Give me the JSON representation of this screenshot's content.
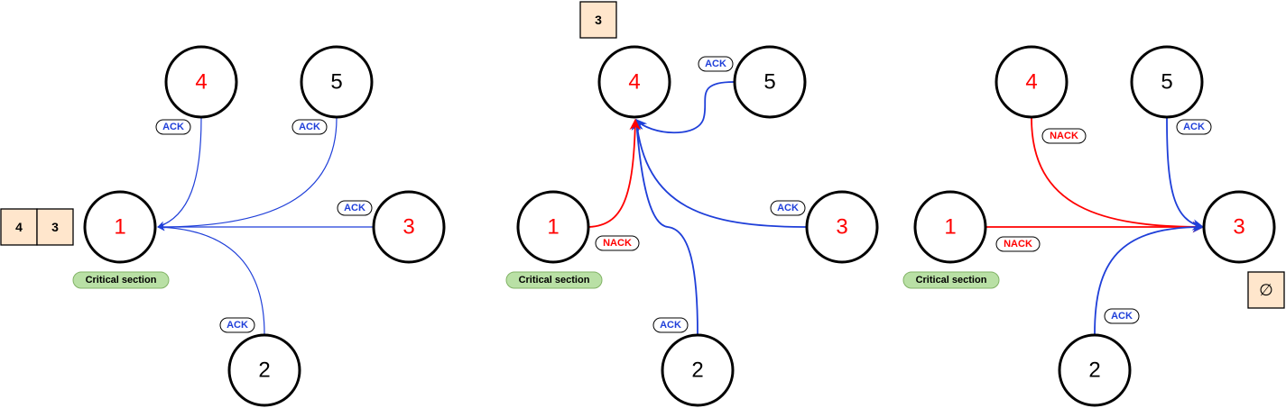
{
  "colors": {
    "red": "#ff0000",
    "blue": "#1f3fd9",
    "black": "#000000",
    "queue_fill": "#ffe6cc",
    "critical_fill": "#b9e0a5"
  },
  "panel1": {
    "nodes": {
      "n1": "1",
      "n2": "2",
      "n3": "3",
      "n4": "4",
      "n5": "5"
    },
    "labels": {
      "l4": "ACK",
      "l5": "ACK",
      "l3": "ACK",
      "l2": "ACK"
    },
    "critical": "Critical section",
    "queue": [
      "4",
      "3"
    ]
  },
  "panel2": {
    "nodes": {
      "n1": "1",
      "n2": "2",
      "n3": "3",
      "n4": "4",
      "n5": "5"
    },
    "labels": {
      "l5": "ACK",
      "l1": "NACK",
      "l3": "ACK",
      "l2": "ACK"
    },
    "critical": "Critical section",
    "queue": [
      "3"
    ]
  },
  "panel3": {
    "nodes": {
      "n1": "1",
      "n2": "2",
      "n3": "3",
      "n4": "4",
      "n5": "5"
    },
    "labels": {
      "l4": "NACK",
      "l5": "ACK",
      "l1": "NACK",
      "l2": "ACK"
    },
    "critical": "Critical section",
    "queue": [
      "∅"
    ]
  }
}
